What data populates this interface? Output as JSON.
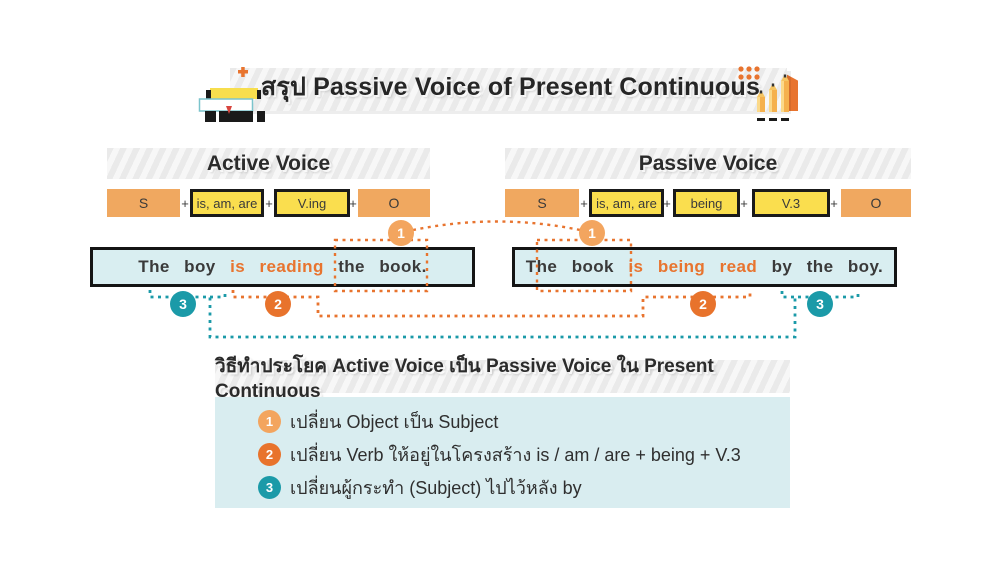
{
  "title": {
    "text": "สรุป Passive Voice of Present Continuous"
  },
  "plus": "+",
  "active": {
    "header": "Active Voice",
    "formula": {
      "s": "S",
      "aux": "is, am, are",
      "verb": "V.ing",
      "o": "O"
    },
    "sentence": {
      "part1": "The boy ",
      "highlight": "is reading",
      "part2": " the book."
    }
  },
  "passive": {
    "header": "Passive Voice",
    "formula": {
      "s": "S",
      "aux": "is, am, are",
      "being": "being",
      "verb": "V.3",
      "o": "O"
    },
    "sentence": {
      "part1": "The book ",
      "highlight": "is being read",
      "part2": " by the boy."
    }
  },
  "markers": {
    "one": "1",
    "two": "2",
    "three": "3"
  },
  "how_to": {
    "header": "วิธีทำประโยค Active Voice เป็น Passive Voice ใน Present Continuous",
    "steps": [
      {
        "num": "1",
        "text": "เปลี่ยน Object เป็น Subject"
      },
      {
        "num": "2",
        "text": "เปลี่ยน Verb ให้อยู่ในโครงสร้าง is / am / are + being + V.3"
      },
      {
        "num": "3",
        "text": "เปลี่ยนผู้กระทำ (Subject) ไปไว้หลัง by"
      }
    ]
  },
  "colors": {
    "accent_orange": "#E8732C",
    "light_orange": "#F3A55F",
    "teal": "#1B9AA8",
    "box_orange": "#F0A860",
    "box_yellow": "#FADE4E",
    "sentence_bg": "#D9EEF1",
    "panel_bg": "#D9EDF0"
  }
}
